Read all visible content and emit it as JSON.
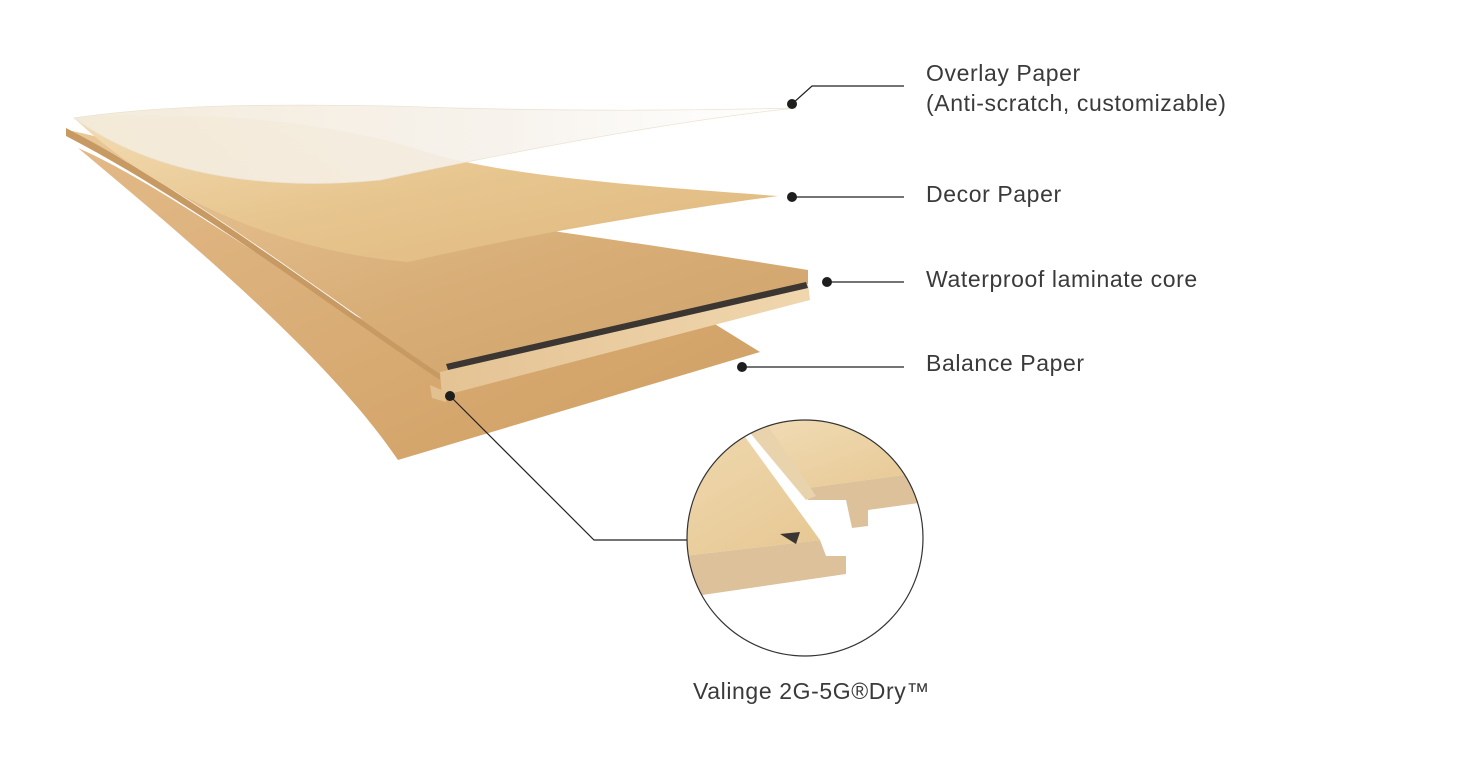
{
  "layers": [
    {
      "id": "overlay",
      "title": "Overlay Paper",
      "subtitle": "(Anti-scratch, customizable)"
    },
    {
      "id": "decor",
      "title": "Decor Paper"
    },
    {
      "id": "core",
      "title": "Waterproof laminate core"
    },
    {
      "id": "balance",
      "title": "Balance Paper"
    }
  ],
  "detail": {
    "caption": "Valinge 2G-5G®Dry™"
  },
  "colors": {
    "text": "#3a3a3a",
    "leader": "#222222",
    "overlay_sheet": "#f4efe6",
    "decor_sheet": "#e6c48c",
    "core_top": "#dcb27a",
    "core_edge": "#e8c99a",
    "core_gap": "#3b3632",
    "balance_sheet": "#d9ae73"
  }
}
